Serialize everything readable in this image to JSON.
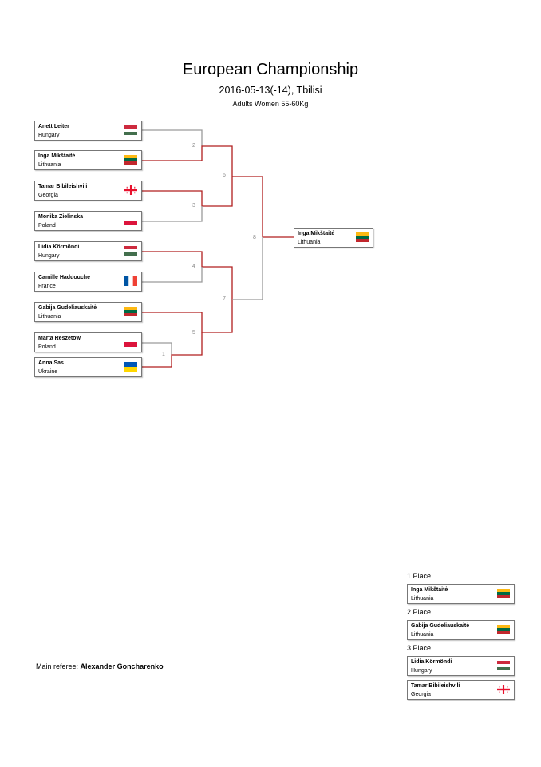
{
  "header": {
    "title": "European Championship",
    "subtitle": "2016-05-13(-14), Tbilisi",
    "category": "Adults Women 55-60Kg"
  },
  "bracket": {
    "round1": [
      {
        "name": "Anett Leiter",
        "country": "Hungary",
        "flag": "hungary-flag-icon"
      },
      {
        "name": "Inga Mikštaitė",
        "country": "Lithuania",
        "flag": "lithuania-flag-icon"
      },
      {
        "name": "Tamar Bibileishvili",
        "country": "Georgia",
        "flag": "georgia-flag-icon"
      },
      {
        "name": "Monika Zielinska",
        "country": "Poland",
        "flag": "poland-flag-icon"
      },
      {
        "name": "Lidia Körmöndi",
        "country": "Hungary",
        "flag": "hungary-flag-icon"
      },
      {
        "name": "Camille Haddouche",
        "country": "France",
        "flag": "france-flag-icon"
      },
      {
        "name": "Gabija Gudeliauskaitė",
        "country": "Lithuania",
        "flag": "lithuania-flag-icon"
      },
      {
        "name": "Marta Reszetow",
        "country": "Poland",
        "flag": "poland-flag-icon"
      },
      {
        "name": "Anna Sas",
        "country": "Ukraine",
        "flag": "ukraine-flag-icon"
      }
    ],
    "match_numbers": [
      "1",
      "2",
      "3",
      "4",
      "5",
      "6",
      "7",
      "8"
    ],
    "winner": {
      "name": "Inga Mikštaitė",
      "country": "Lithuania",
      "flag": "lithuania-flag-icon"
    }
  },
  "podium": {
    "first_label": "1 Place",
    "first": {
      "name": "Inga Mikštaitė",
      "country": "Lithuania",
      "flag": "lithuania-flag-icon"
    },
    "second_label": "2 Place",
    "second": {
      "name": "Gabija Gudeliauskaitė",
      "country": "Lithuania",
      "flag": "lithuania-flag-icon"
    },
    "third_label": "3 Place",
    "third": [
      {
        "name": "Lidia Körmöndi",
        "country": "Hungary",
        "flag": "hungary-flag-icon"
      },
      {
        "name": "Tamar Bibileishvili",
        "country": "Georgia",
        "flag": "georgia-flag-icon"
      }
    ]
  },
  "footer": {
    "referee_label": "Main referee:",
    "referee_name": "Alexander Goncharenko"
  },
  "colors": {
    "winner_line": "#b01e1e",
    "loser_line": "#9a9a9a",
    "hungary": [
      "#cd2a3e",
      "#ffffff",
      "#436f4d"
    ],
    "lithuania": [
      "#fdb913",
      "#006a44",
      "#c1272d"
    ],
    "poland": [
      "#ffffff",
      "#dc143c"
    ],
    "france": [
      "#0055a4",
      "#ffffff",
      "#ef4135"
    ],
    "ukraine": [
      "#0057b7",
      "#ffd700"
    ],
    "georgia": [
      "#ffffff",
      "#e8112d"
    ]
  }
}
